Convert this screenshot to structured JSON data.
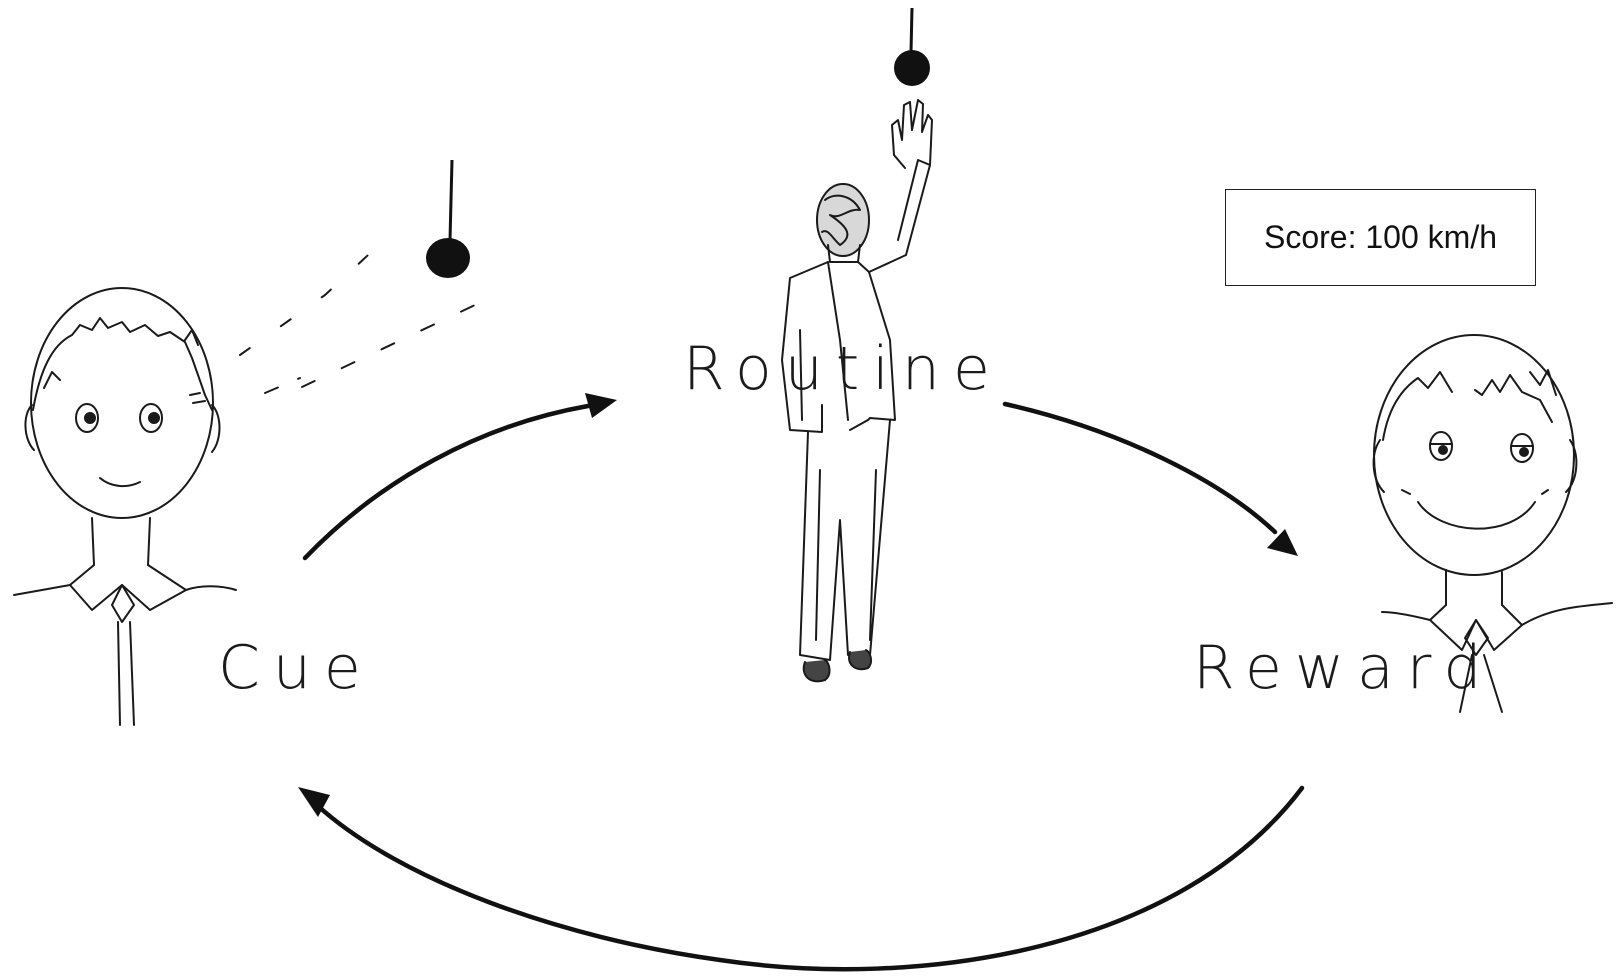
{
  "labels": {
    "cue": "Cue",
    "routine": "Routine",
    "reward": "Reward"
  },
  "score": {
    "text": "Score: 100 km/h"
  },
  "colors": {
    "ink": "#111111",
    "background": "#ffffff"
  },
  "icons": {
    "cue_person": "person-looking-icon",
    "routine_person": "person-reaching-icon",
    "reward_person": "person-smiling-icon",
    "ball_moving": "hanging-ball-icon",
    "ball_target": "hanging-ball-icon"
  }
}
